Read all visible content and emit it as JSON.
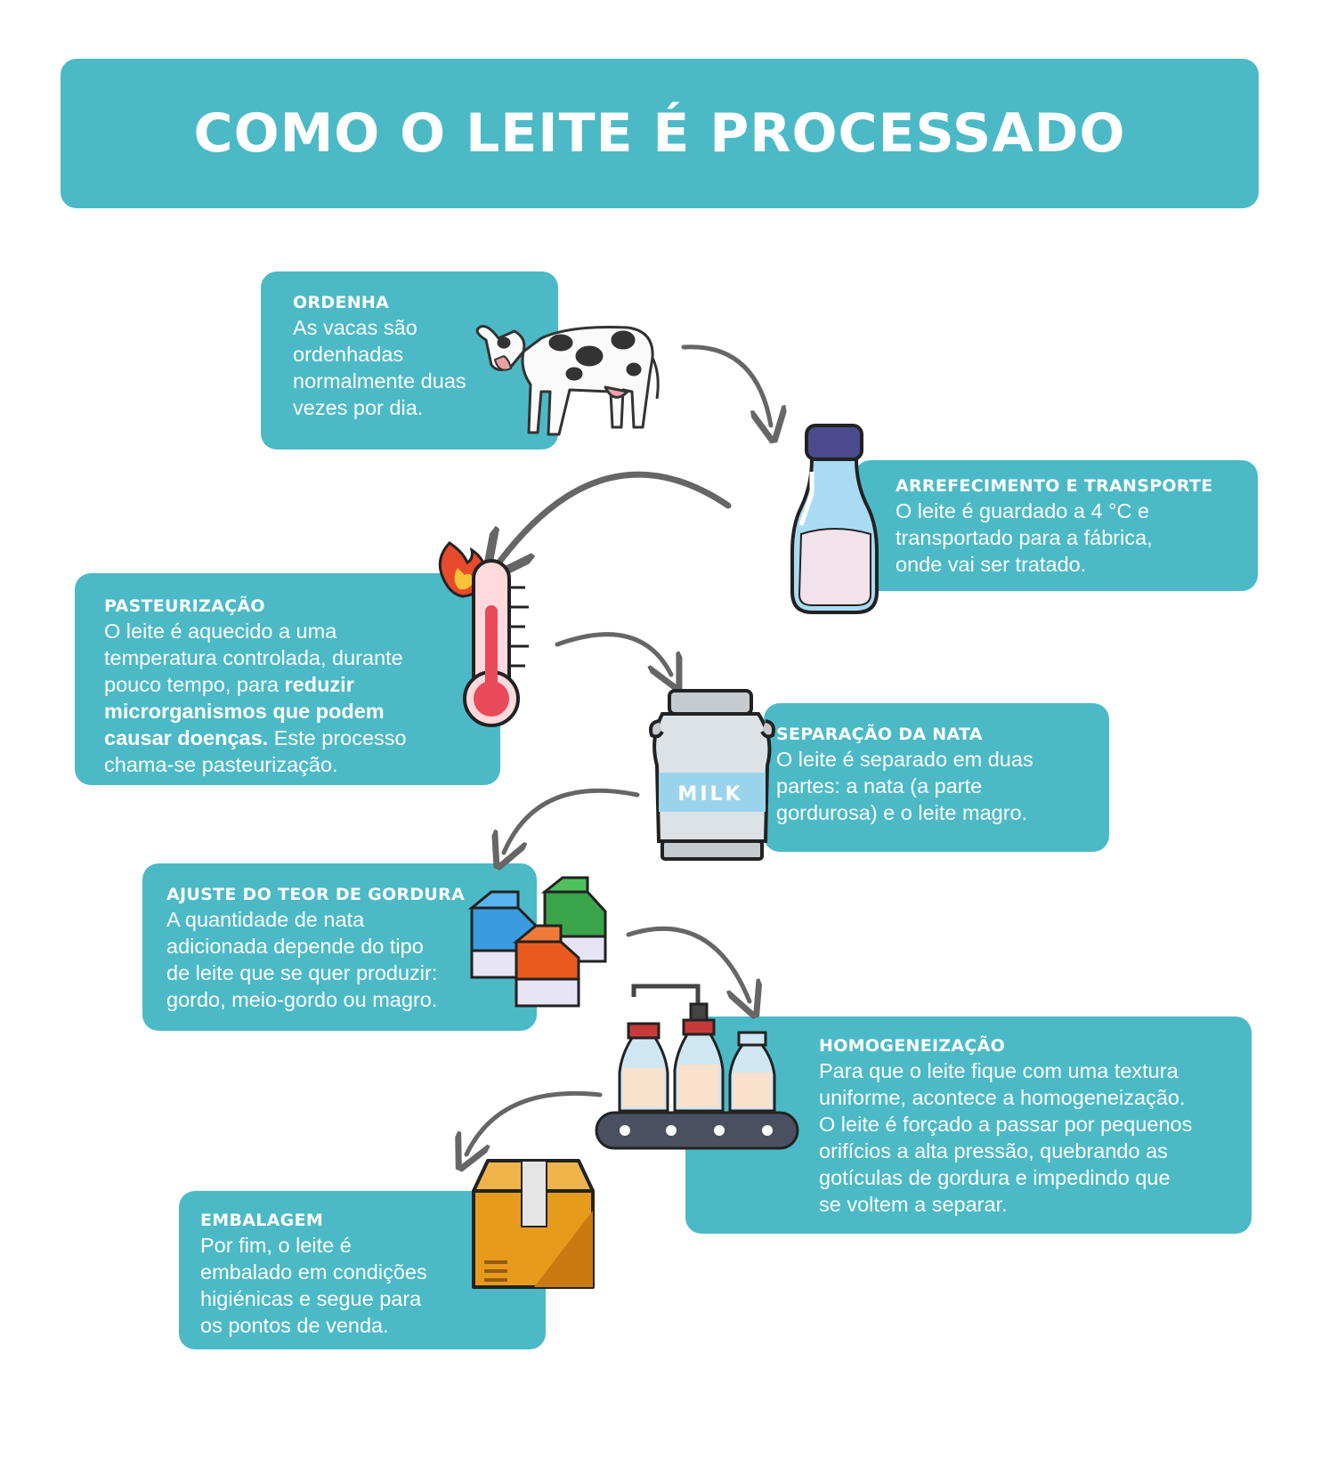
{
  "title": "COMO O LEITE É PROCESSADO",
  "steps": {
    "ordenha": {
      "title": "ORDENHA",
      "text": [
        "As vacas são",
        "ordenhadas",
        "normalmente duas",
        "vezes por dia."
      ]
    },
    "arrefecimento": {
      "title": "ARREFECIMENTO E TRANSPORTE",
      "text": [
        "O leite é guardado a 4 °C e",
        "transportado para a fábrica,",
        "onde vai ser tratado."
      ]
    },
    "pasteurizacao": {
      "title": "PASTEURIZAÇÃO",
      "l1": "O leite é aquecido a uma",
      "l2": "temperatura controlada, durante",
      "l3a": "pouco tempo, para ",
      "l3b": "reduzir",
      "l4": "microrganismos que podem",
      "l5a": "causar doenças.",
      "l5b": " Este processo",
      "l6": "chama-se pasteurização."
    },
    "separacao": {
      "title": "SEPARAÇÃO DA NATA",
      "text": [
        "O leite é separado em duas",
        "partes: a nata (a parte",
        "gordurosa) e o leite magro."
      ]
    },
    "ajuste": {
      "title": "AJUSTE DO TEOR DE GORDURA",
      "text": [
        "A quantidade de nata",
        "adicionada depende do tipo",
        "de leite que se quer produzir:",
        "gordo, meio-gordo ou magro."
      ]
    },
    "homogeneizacao": {
      "title": "HOMOGENEIZAÇÃO",
      "text": [
        "Para que o leite fique com uma textura",
        "uniforme, acontece a homogeneização.",
        "O leite é forçado a passar por pequenos",
        "orifícios a alta pressão, quebrando as",
        "gotículas de gordura e impedindo que",
        "se voltem a separar."
      ]
    },
    "embalagem": {
      "title": "EMBALAGEM",
      "text": [
        "Por fim, o leite é",
        "embalado em condições",
        "higiénicas e segue para",
        "os pontos de venda."
      ]
    }
  },
  "milk_can_label": "MILK",
  "colors": {
    "card": "#4bbac6",
    "arrow": "#666666",
    "text": "#ffffff"
  },
  "icons": [
    "cow-icon",
    "milk-bottle-icon",
    "thermometer-flame-icon",
    "milk-can-icon",
    "milk-cartons-icon",
    "bottling-line-icon",
    "cardboard-box-icon"
  ]
}
